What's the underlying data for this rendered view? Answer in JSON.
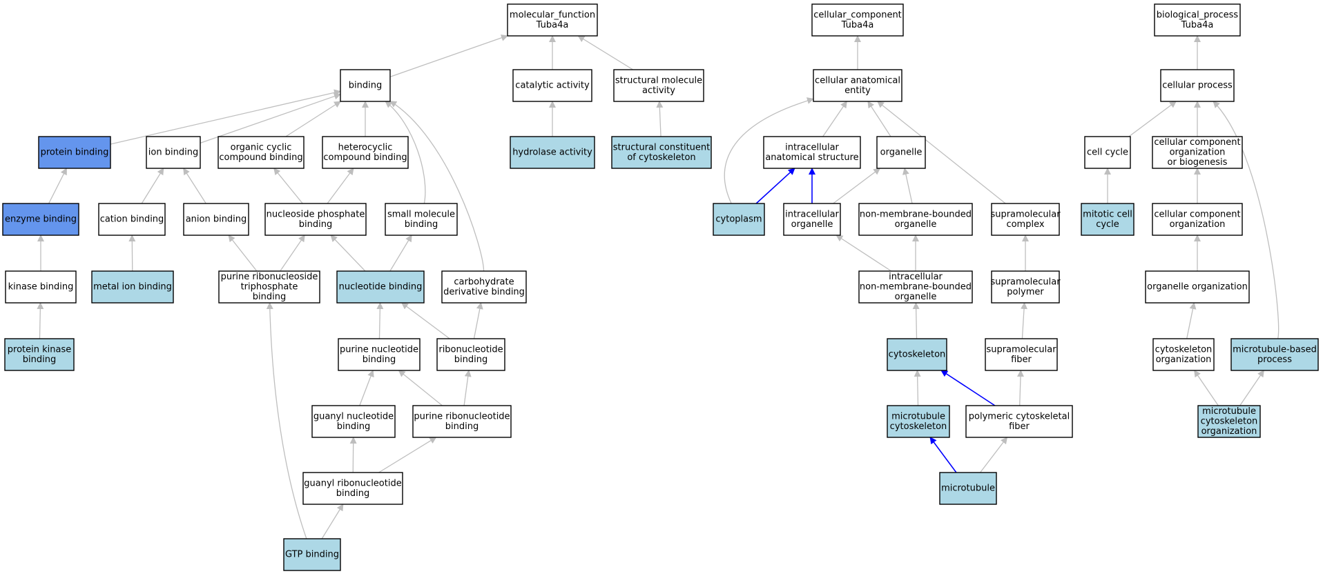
{
  "colors": {
    "default_fill": "#ffffff",
    "annotated_fill": "#add8e6",
    "highlight_fill": "#6495ed",
    "edge_gray": "#bebebe",
    "edge_blue": "#0000ff"
  },
  "nodes": [
    {
      "id": "mf_root",
      "lines": [
        "molecular_function",
        "Tuba4a"
      ],
      "fill": "default"
    },
    {
      "id": "binding",
      "lines": [
        "binding"
      ],
      "fill": "default"
    },
    {
      "id": "catalytic",
      "lines": [
        "catalytic activity"
      ],
      "fill": "default"
    },
    {
      "id": "struct_mol",
      "lines": [
        "structural molecule",
        "activity"
      ],
      "fill": "default"
    },
    {
      "id": "protein_binding",
      "lines": [
        "protein binding"
      ],
      "fill": "highlight"
    },
    {
      "id": "ion_binding",
      "lines": [
        "ion binding"
      ],
      "fill": "default"
    },
    {
      "id": "org_cyclic",
      "lines": [
        "organic cyclic",
        "compound binding"
      ],
      "fill": "default"
    },
    {
      "id": "heterocyclic",
      "lines": [
        "heterocyclic",
        "compound binding"
      ],
      "fill": "default"
    },
    {
      "id": "hydrolase",
      "lines": [
        "hydrolase activity"
      ],
      "fill": "annotated"
    },
    {
      "id": "struct_cytoskel",
      "lines": [
        "structural constituent",
        "of cytoskeleton"
      ],
      "fill": "annotated"
    },
    {
      "id": "enzyme_binding",
      "lines": [
        "enzyme binding"
      ],
      "fill": "highlight"
    },
    {
      "id": "cation_binding",
      "lines": [
        "cation binding"
      ],
      "fill": "default"
    },
    {
      "id": "anion_binding",
      "lines": [
        "anion binding"
      ],
      "fill": "default"
    },
    {
      "id": "nucleoside_phos",
      "lines": [
        "nucleoside phosphate",
        "binding"
      ],
      "fill": "default"
    },
    {
      "id": "small_molecule",
      "lines": [
        "small molecule",
        "binding"
      ],
      "fill": "default"
    },
    {
      "id": "kinase_binding",
      "lines": [
        "kinase binding"
      ],
      "fill": "default"
    },
    {
      "id": "metal_ion",
      "lines": [
        "metal ion binding"
      ],
      "fill": "annotated"
    },
    {
      "id": "purine_ribonucleoside_tp",
      "lines": [
        "purine ribonucleoside",
        "triphosphate",
        "binding"
      ],
      "fill": "default"
    },
    {
      "id": "nucleotide_binding",
      "lines": [
        "nucleotide binding"
      ],
      "fill": "annotated"
    },
    {
      "id": "carb_deriv",
      "lines": [
        "carbohydrate",
        "derivative binding"
      ],
      "fill": "default"
    },
    {
      "id": "protein_kinase",
      "lines": [
        "protein kinase",
        "binding"
      ],
      "fill": "annotated"
    },
    {
      "id": "purine_nucleotide",
      "lines": [
        "purine nucleotide",
        "binding"
      ],
      "fill": "default"
    },
    {
      "id": "ribonucleotide",
      "lines": [
        "ribonucleotide",
        "binding"
      ],
      "fill": "default"
    },
    {
      "id": "guanyl_nucleotide",
      "lines": [
        "guanyl nucleotide",
        "binding"
      ],
      "fill": "default"
    },
    {
      "id": "purine_ribonucleotide",
      "lines": [
        "purine ribonucleotide",
        "binding"
      ],
      "fill": "default"
    },
    {
      "id": "guanyl_ribonucleotide",
      "lines": [
        "guanyl ribonucleotide",
        "binding"
      ],
      "fill": "default"
    },
    {
      "id": "gtp_binding",
      "lines": [
        "GTP binding"
      ],
      "fill": "annotated"
    },
    {
      "id": "cc_root",
      "lines": [
        "cellular_component",
        "Tuba4a"
      ],
      "fill": "default"
    },
    {
      "id": "cell_anat_entity",
      "lines": [
        "cellular anatomical",
        "entity"
      ],
      "fill": "default"
    },
    {
      "id": "intracell_anat",
      "lines": [
        "intracellular",
        "anatomical structure"
      ],
      "fill": "default"
    },
    {
      "id": "organelle",
      "lines": [
        "organelle"
      ],
      "fill": "default"
    },
    {
      "id": "cytoplasm",
      "lines": [
        "cytoplasm"
      ],
      "fill": "annotated"
    },
    {
      "id": "intracell_organelle",
      "lines": [
        "intracellular",
        "organelle"
      ],
      "fill": "default"
    },
    {
      "id": "non_membrane_org",
      "lines": [
        "non-membrane-bounded",
        "organelle"
      ],
      "fill": "default"
    },
    {
      "id": "supramol_complex",
      "lines": [
        "supramolecular",
        "complex"
      ],
      "fill": "default"
    },
    {
      "id": "intracell_nonmem_org",
      "lines": [
        "intracellular",
        "non-membrane-bounded",
        "organelle"
      ],
      "fill": "default"
    },
    {
      "id": "supramol_polymer",
      "lines": [
        "supramolecular",
        "polymer"
      ],
      "fill": "default"
    },
    {
      "id": "cytoskeleton",
      "lines": [
        "cytoskeleton"
      ],
      "fill": "annotated"
    },
    {
      "id": "supramol_fiber",
      "lines": [
        "supramolecular",
        "fiber"
      ],
      "fill": "default"
    },
    {
      "id": "mt_cytoskeleton",
      "lines": [
        "microtubule",
        "cytoskeleton"
      ],
      "fill": "annotated"
    },
    {
      "id": "polymeric_cytoskel_fiber",
      "lines": [
        "polymeric cytoskeletal",
        "fiber"
      ],
      "fill": "default"
    },
    {
      "id": "microtubule",
      "lines": [
        "microtubule"
      ],
      "fill": "annotated"
    },
    {
      "id": "bp_root",
      "lines": [
        "biological_process",
        "Tuba4a"
      ],
      "fill": "default"
    },
    {
      "id": "cellular_process",
      "lines": [
        "cellular process"
      ],
      "fill": "default"
    },
    {
      "id": "cell_cycle",
      "lines": [
        "cell cycle"
      ],
      "fill": "default"
    },
    {
      "id": "cell_comp_org_biogen",
      "lines": [
        "cellular component",
        "organization",
        "or biogenesis"
      ],
      "fill": "default"
    },
    {
      "id": "mitotic_cell_cycle",
      "lines": [
        "mitotic cell",
        "cycle"
      ],
      "fill": "annotated"
    },
    {
      "id": "cell_comp_org",
      "lines": [
        "cellular component",
        "organization"
      ],
      "fill": "default"
    },
    {
      "id": "organelle_org",
      "lines": [
        "organelle organization"
      ],
      "fill": "default"
    },
    {
      "id": "cytoskeleton_org",
      "lines": [
        "cytoskeleton",
        "organization"
      ],
      "fill": "default"
    },
    {
      "id": "mt_based_process",
      "lines": [
        "microtubule-based",
        "process"
      ],
      "fill": "annotated"
    },
    {
      "id": "mt_cytoskel_org",
      "lines": [
        "microtubule",
        "cytoskeleton",
        "organization"
      ],
      "fill": "annotated"
    }
  ],
  "edges": [
    {
      "from": "binding",
      "to": "mf_root",
      "color": "gray"
    },
    {
      "from": "catalytic",
      "to": "mf_root",
      "color": "gray"
    },
    {
      "from": "struct_mol",
      "to": "mf_root",
      "color": "gray"
    },
    {
      "from": "protein_binding",
      "to": "binding",
      "color": "gray"
    },
    {
      "from": "ion_binding",
      "to": "binding",
      "color": "gray"
    },
    {
      "from": "org_cyclic",
      "to": "binding",
      "color": "gray"
    },
    {
      "from": "heterocyclic",
      "to": "binding",
      "color": "gray"
    },
    {
      "from": "small_molecule",
      "to": "binding",
      "color": "gray"
    },
    {
      "from": "carb_deriv",
      "to": "binding",
      "color": "gray"
    },
    {
      "from": "hydrolase",
      "to": "catalytic",
      "color": "gray"
    },
    {
      "from": "struct_cytoskel",
      "to": "struct_mol",
      "color": "gray"
    },
    {
      "from": "enzyme_binding",
      "to": "protein_binding",
      "color": "gray"
    },
    {
      "from": "cation_binding",
      "to": "ion_binding",
      "color": "gray"
    },
    {
      "from": "anion_binding",
      "to": "ion_binding",
      "color": "gray"
    },
    {
      "from": "nucleoside_phos",
      "to": "org_cyclic",
      "color": "gray"
    },
    {
      "from": "nucleoside_phos",
      "to": "heterocyclic",
      "color": "gray"
    },
    {
      "from": "kinase_binding",
      "to": "enzyme_binding",
      "color": "gray"
    },
    {
      "from": "metal_ion",
      "to": "cation_binding",
      "color": "gray"
    },
    {
      "from": "purine_ribonucleoside_tp",
      "to": "anion_binding",
      "color": "gray"
    },
    {
      "from": "purine_ribonucleoside_tp",
      "to": "nucleoside_phos",
      "color": "gray"
    },
    {
      "from": "nucleotide_binding",
      "to": "nucleoside_phos",
      "color": "gray"
    },
    {
      "from": "nucleotide_binding",
      "to": "small_molecule",
      "color": "gray"
    },
    {
      "from": "protein_kinase",
      "to": "kinase_binding",
      "color": "gray"
    },
    {
      "from": "purine_nucleotide",
      "to": "nucleotide_binding",
      "color": "gray"
    },
    {
      "from": "ribonucleotide",
      "to": "nucleotide_binding",
      "color": "gray"
    },
    {
      "from": "ribonucleotide",
      "to": "carb_deriv",
      "color": "gray"
    },
    {
      "from": "guanyl_nucleotide",
      "to": "purine_nucleotide",
      "color": "gray"
    },
    {
      "from": "purine_ribonucleotide",
      "to": "purine_nucleotide",
      "color": "gray"
    },
    {
      "from": "purine_ribonucleotide",
      "to": "ribonucleotide",
      "color": "gray"
    },
    {
      "from": "guanyl_ribonucleotide",
      "to": "guanyl_nucleotide",
      "color": "gray"
    },
    {
      "from": "guanyl_ribonucleotide",
      "to": "purine_ribonucleotide",
      "color": "gray"
    },
    {
      "from": "gtp_binding",
      "to": "guanyl_ribonucleotide",
      "color": "gray"
    },
    {
      "from": "gtp_binding",
      "to": "purine_ribonucleoside_tp",
      "color": "gray"
    },
    {
      "from": "cell_anat_entity",
      "to": "cc_root",
      "color": "gray"
    },
    {
      "from": "intracell_anat",
      "to": "cell_anat_entity",
      "color": "gray"
    },
    {
      "from": "organelle",
      "to": "cell_anat_entity",
      "color": "gray"
    },
    {
      "from": "cytoplasm",
      "to": "cell_anat_entity",
      "color": "gray"
    },
    {
      "from": "supramol_complex",
      "to": "cell_anat_entity",
      "color": "gray"
    },
    {
      "from": "cytoplasm",
      "to": "intracell_anat",
      "color": "blue"
    },
    {
      "from": "intracell_organelle",
      "to": "intracell_anat",
      "color": "blue"
    },
    {
      "from": "intracell_organelle",
      "to": "organelle",
      "color": "gray"
    },
    {
      "from": "non_membrane_org",
      "to": "organelle",
      "color": "gray"
    },
    {
      "from": "intracell_nonmem_org",
      "to": "intracell_organelle",
      "color": "gray"
    },
    {
      "from": "intracell_nonmem_org",
      "to": "non_membrane_org",
      "color": "gray"
    },
    {
      "from": "supramol_polymer",
      "to": "supramol_complex",
      "color": "gray"
    },
    {
      "from": "cytoskeleton",
      "to": "intracell_nonmem_org",
      "color": "gray"
    },
    {
      "from": "supramol_fiber",
      "to": "supramol_polymer",
      "color": "gray"
    },
    {
      "from": "mt_cytoskeleton",
      "to": "cytoskeleton",
      "color": "gray"
    },
    {
      "from": "polymeric_cytoskel_fiber",
      "to": "cytoskeleton",
      "color": "blue"
    },
    {
      "from": "polymeric_cytoskel_fiber",
      "to": "supramol_fiber",
      "color": "gray"
    },
    {
      "from": "microtubule",
      "to": "mt_cytoskeleton",
      "color": "blue"
    },
    {
      "from": "microtubule",
      "to": "polymeric_cytoskel_fiber",
      "color": "gray"
    },
    {
      "from": "cellular_process",
      "to": "bp_root",
      "color": "gray"
    },
    {
      "from": "cell_cycle",
      "to": "cellular_process",
      "color": "gray"
    },
    {
      "from": "cell_comp_org_biogen",
      "to": "cellular_process",
      "color": "gray"
    },
    {
      "from": "mt_based_process",
      "to": "cellular_process",
      "color": "gray"
    },
    {
      "from": "mitotic_cell_cycle",
      "to": "cell_cycle",
      "color": "gray"
    },
    {
      "from": "cell_comp_org",
      "to": "cell_comp_org_biogen",
      "color": "gray"
    },
    {
      "from": "organelle_org",
      "to": "cell_comp_org",
      "color": "gray"
    },
    {
      "from": "cytoskeleton_org",
      "to": "organelle_org",
      "color": "gray"
    },
    {
      "from": "mt_cytoskel_org",
      "to": "cytoskeleton_org",
      "color": "gray"
    },
    {
      "from": "mt_cytoskel_org",
      "to": "mt_based_process",
      "color": "gray"
    }
  ]
}
